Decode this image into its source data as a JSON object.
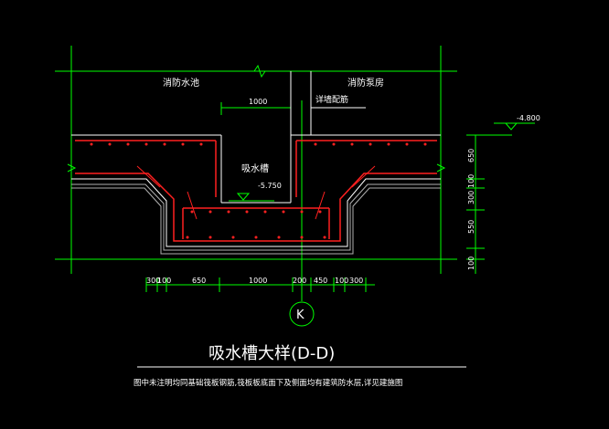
{
  "drawing": {
    "title": "吸水槽大样(D-D)",
    "note": "图中未注明均同基础筏板钢筋,筏板板底面下及侧面均有建筑防水层,详见建施图",
    "labels": {
      "pool": "消防水池",
      "pump_room": "消防泵房",
      "sump": "吸水槽",
      "outer_wall": "详墙配筋",
      "elev_top": "-4.800",
      "elev_sump": "-5.750",
      "axis": "K"
    },
    "dims_top": {
      "width_1000": "1000"
    },
    "dims_bottom": [
      "300",
      "100",
      "650",
      "1000",
      "200",
      "450",
      "100",
      "300"
    ],
    "dims_right": [
      "650",
      "100",
      "300",
      "550",
      "100"
    ]
  },
  "colors": {
    "green": "#00ff00",
    "white": "#ffffff",
    "red": "#ff2020",
    "gray": "#b0b0b0",
    "cyan": "#00ffff"
  }
}
